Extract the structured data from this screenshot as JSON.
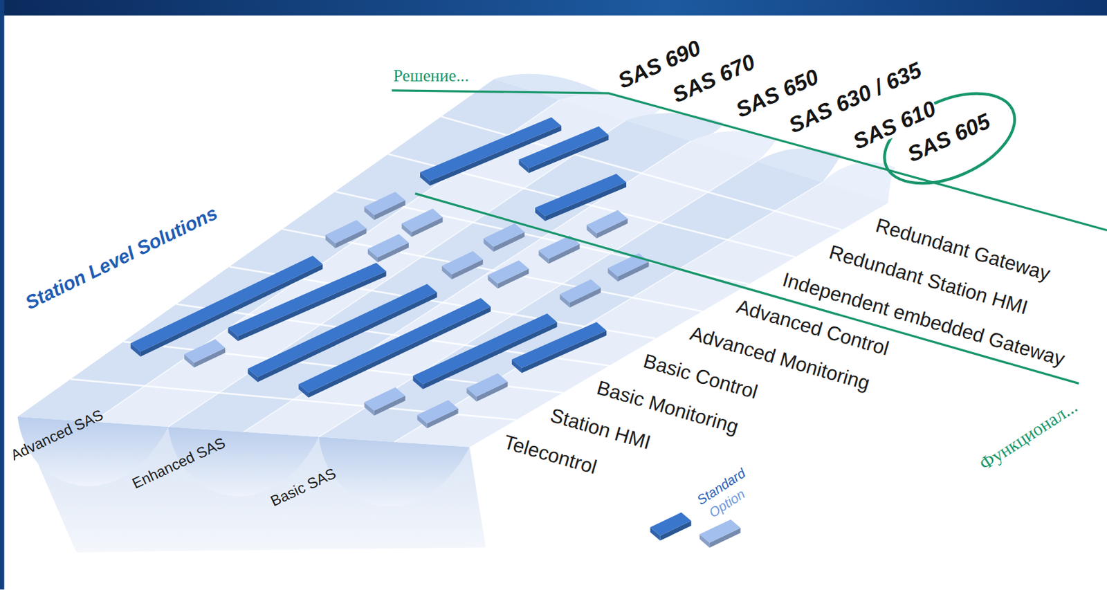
{
  "diagram": {
    "labels": [
      "Решение...",
      "SAS 690",
      "SAS 670",
      "SAS 650",
      "SAS 630 / 635",
      "SAS 610",
      "SAS 605",
      "Station Level Solutions",
      "Redundant Gateway",
      "Redundant Station HMI",
      "Independent embedded Gateway",
      "Advanced Control",
      "Advanced Monitoring",
      "Basic Control",
      "Basic Monitoring",
      "Station HMI",
      "Telecontrol",
      "Advanced SAS",
      "Enhanced SAS",
      "Basic SAS",
      "Функционал..."
    ],
    "legend": [
      {
        "text": "Standard",
        "color": "#3a76cc"
      },
      {
        "text": "Option",
        "color": "#a3bfee"
      }
    ]
  }
}
